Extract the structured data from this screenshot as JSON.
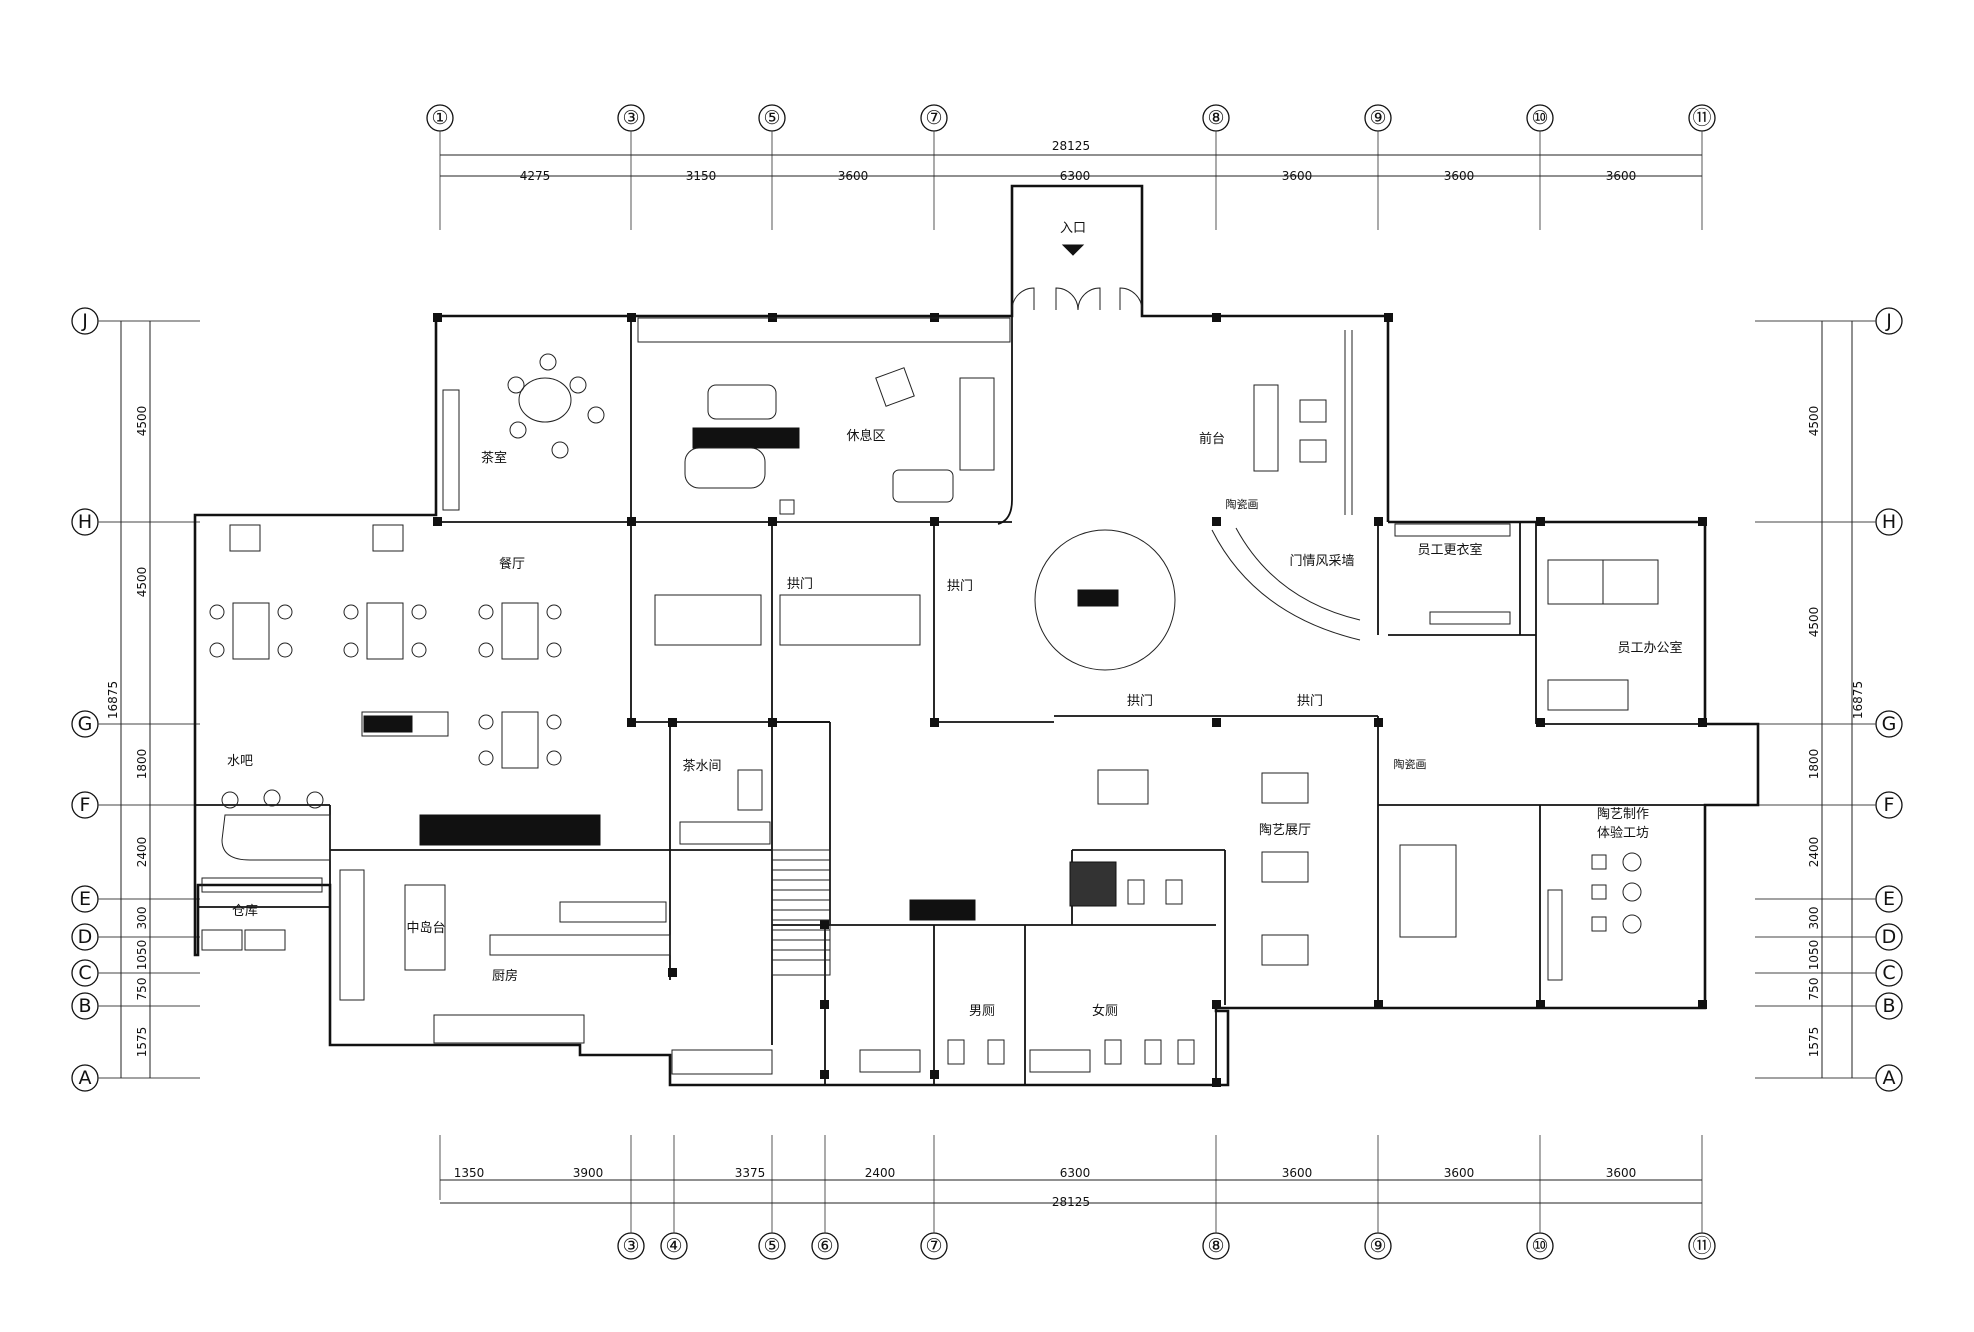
{
  "grid": {
    "top_axes": [
      "①",
      "③",
      "⑤",
      "⑦",
      "⑧",
      "⑨",
      "⑩",
      "⑪"
    ],
    "bottom_axes": [
      "③",
      "④",
      "⑤",
      "⑥",
      "⑦",
      "⑧",
      "⑨",
      "⑩",
      "⑪"
    ],
    "left_axes": [
      "J",
      "H",
      "G",
      "F",
      "E",
      "D",
      "C",
      "B",
      "A"
    ],
    "right_axes": [
      "J",
      "H",
      "G",
      "F",
      "E",
      "D",
      "C",
      "B",
      "A"
    ]
  },
  "dimensions": {
    "top_total": "28125",
    "top_segments": [
      "4275",
      "3150",
      "3600",
      "6300",
      "3600",
      "3600",
      "3600"
    ],
    "bottom_total": "28125",
    "bottom_segments": [
      "1350",
      "3900",
      "3375",
      "2400",
      "6300",
      "3600",
      "3600",
      "3600"
    ],
    "left_total": "16875",
    "left_segments": [
      "4500",
      "4500",
      "1800",
      "2400",
      "300",
      "1050",
      "750",
      "1575"
    ],
    "right_total": "16875",
    "right_segments": [
      "4500",
      "4500",
      "1800",
      "2400",
      "300",
      "1050",
      "750",
      "1575"
    ]
  },
  "rooms": {
    "entrance": "入口",
    "tea_room": "茶室",
    "lounge": "休息区",
    "reception": "前台",
    "dining_hall": "餐厅",
    "arch_1": "拱门",
    "arch_2": "拱门",
    "arch_3": "拱门",
    "arch_4": "拱门",
    "culture_wall": "门情风采墙",
    "ceramic_display_wall": "陶瓷画",
    "staff_locker": "员工更衣室",
    "staff_office": "员工办公室",
    "water_bar": "水吧",
    "pantry": "茶水间",
    "storage": "仓库",
    "kitchen": "厨房",
    "island": "中岛台",
    "ceramic_hall": "陶艺展厅",
    "ceramic_wall_2": "陶瓷画",
    "workshop_line1": "陶艺制作",
    "workshop_line2": "体验工坊",
    "mens_wc": "男厕",
    "womens_wc": "女厕"
  }
}
